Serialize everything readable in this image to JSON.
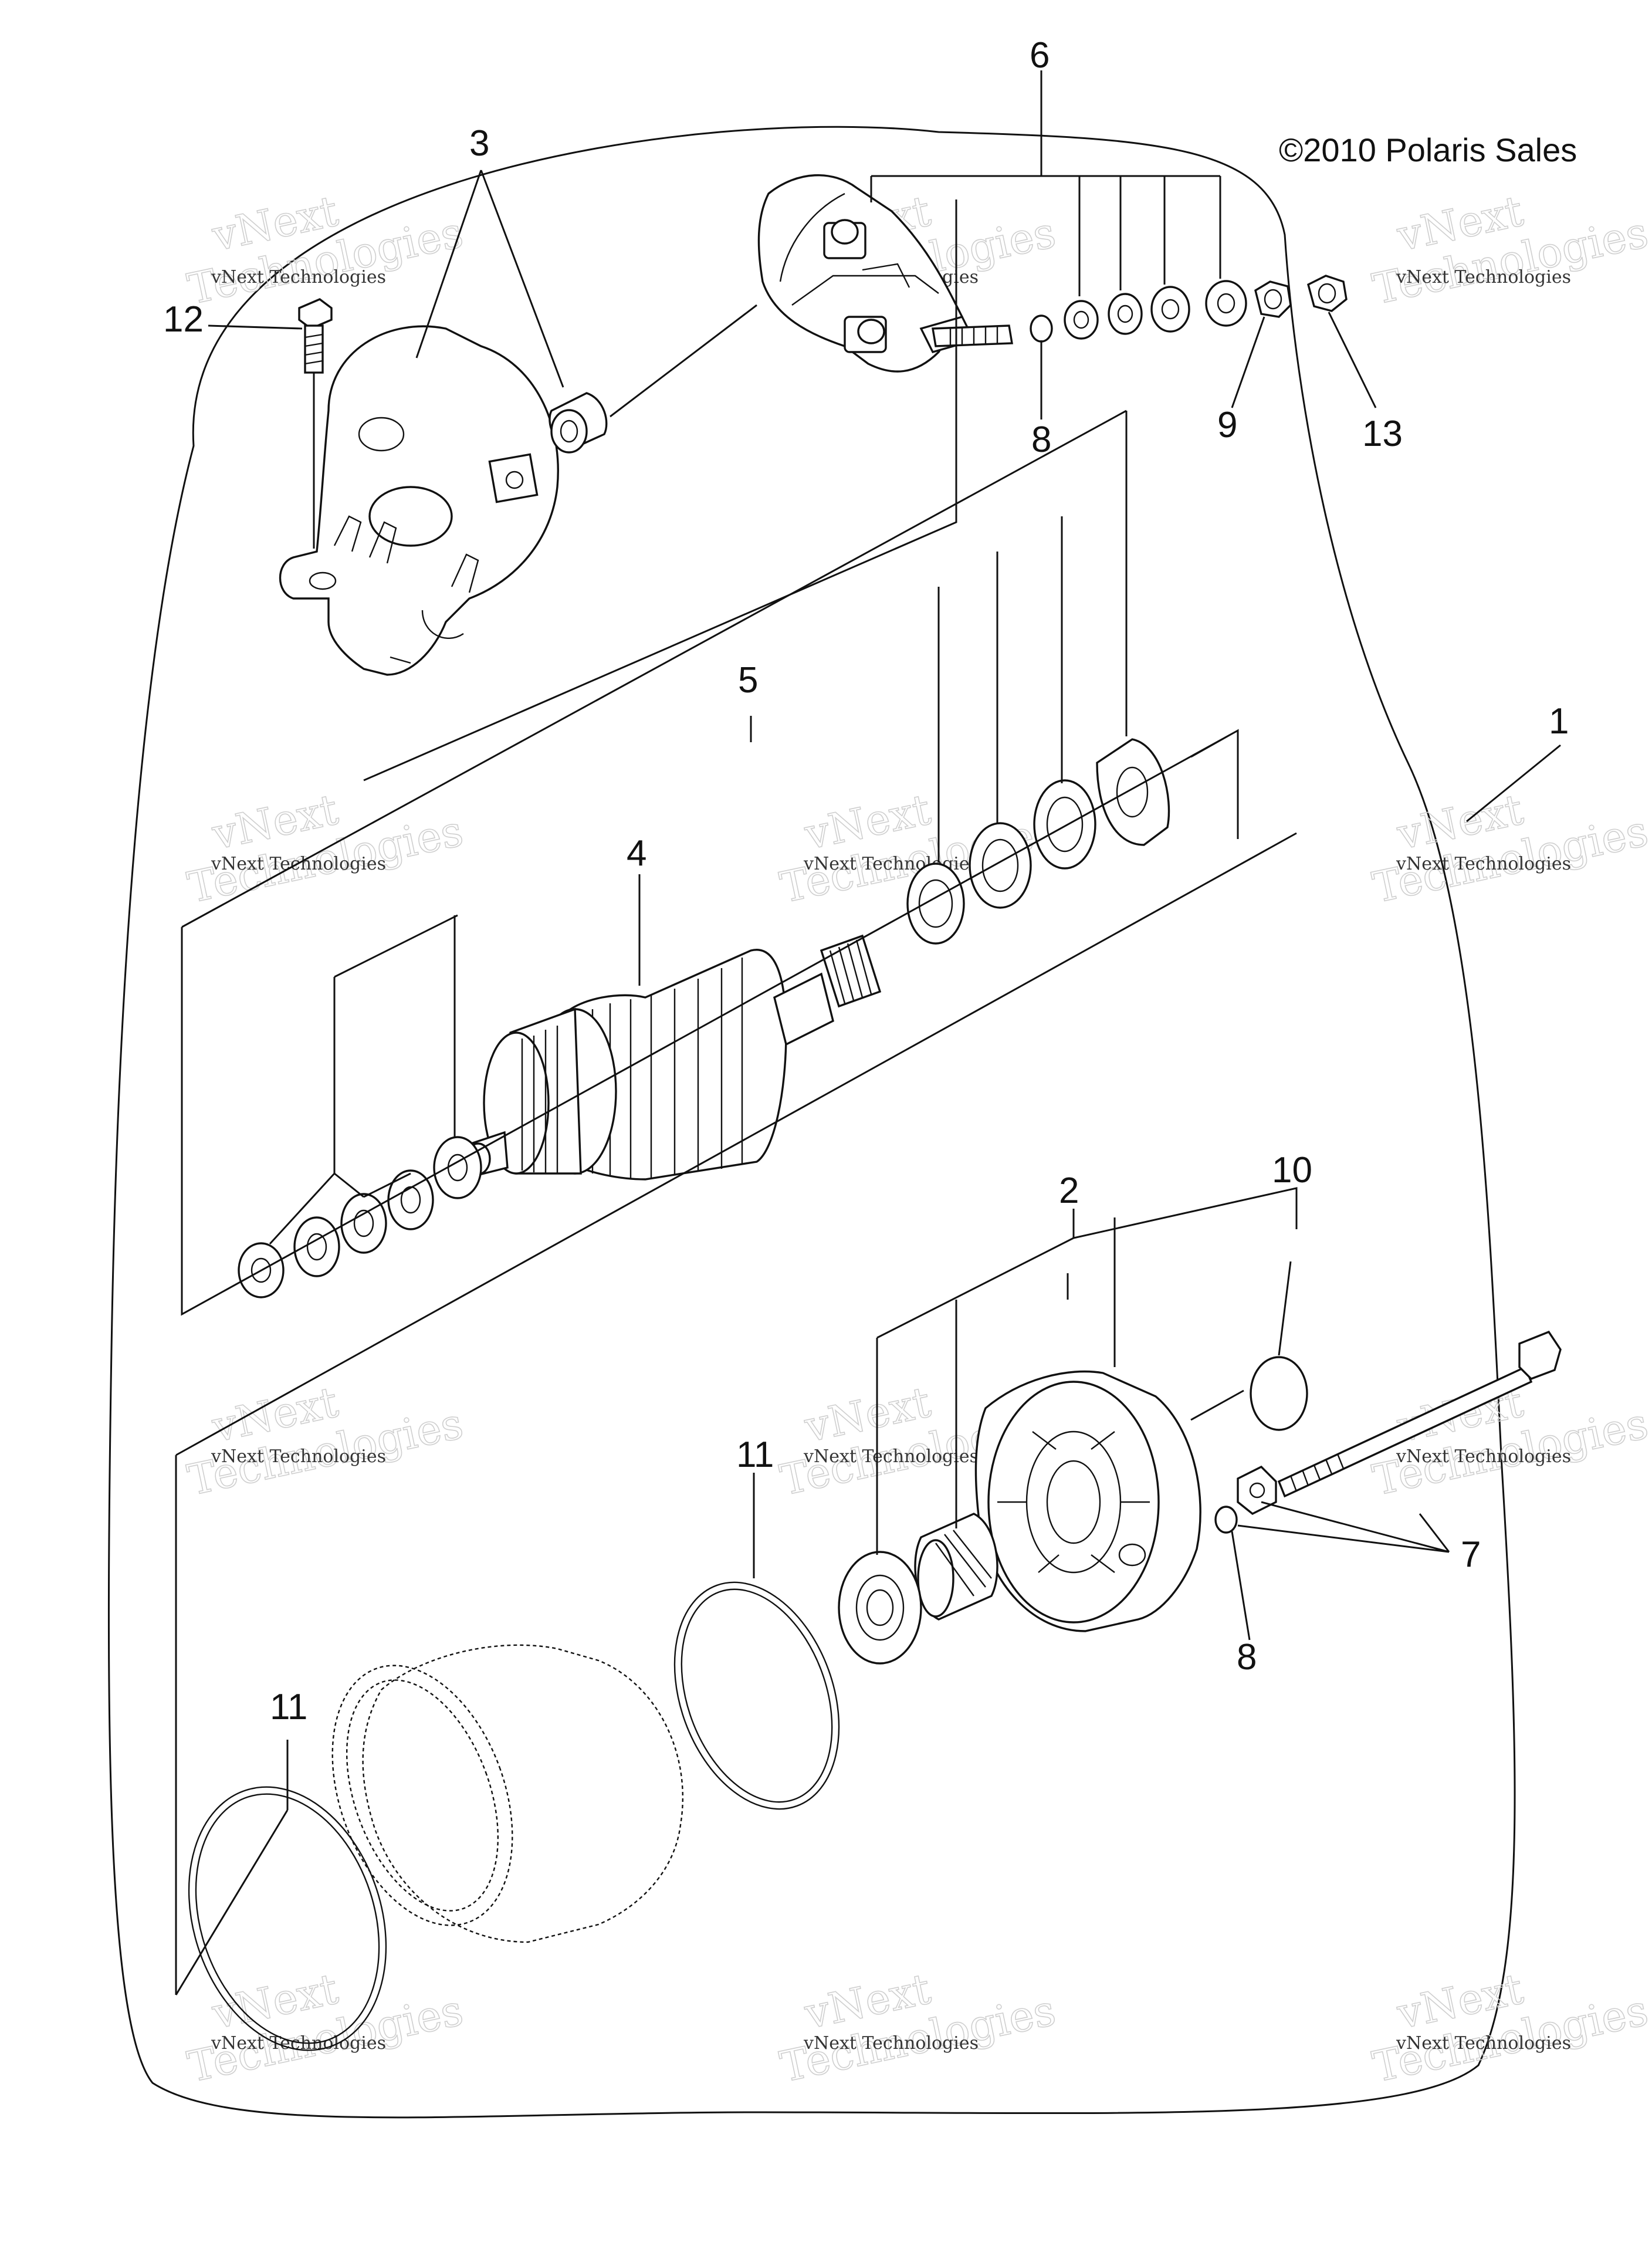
{
  "copyright": "©2010 Polaris Sales",
  "callouts": {
    "c1": "1",
    "c2": "2",
    "c3": "3",
    "c4": "4",
    "c5": "5",
    "c6": "6",
    "c7": "7",
    "c8_top": "8",
    "c8_bottom": "8",
    "c9": "9",
    "c10": "10",
    "c11_mid": "11",
    "c11_low": "11",
    "c12": "12",
    "c13": "13"
  },
  "watermark": {
    "small": "vNext Technologies",
    "big_line1": "vNext",
    "big_line2": "Technologies"
  }
}
